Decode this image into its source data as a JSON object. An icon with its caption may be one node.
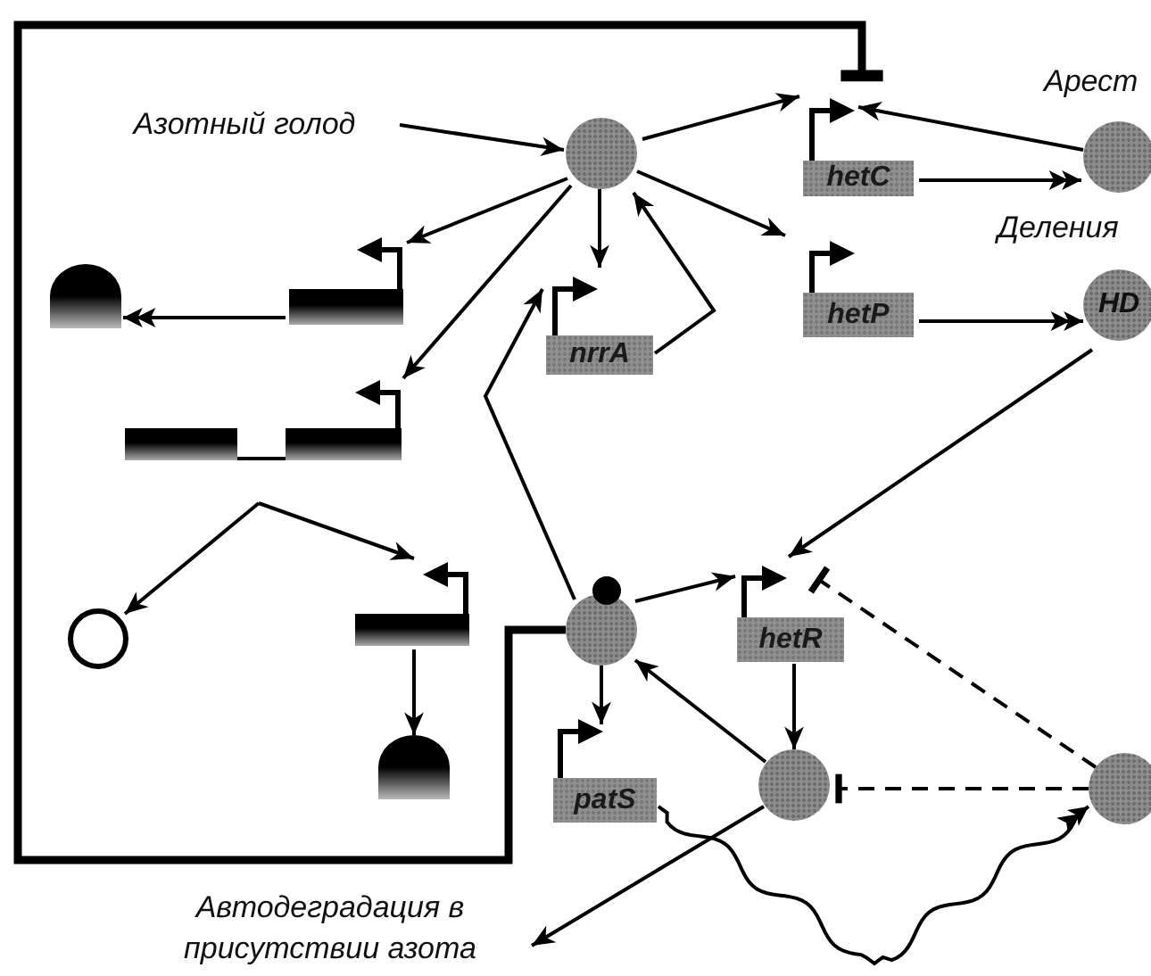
{
  "diagram": {
    "nodes": [
      {
        "text": [
          "Азотный голод"
        ]
      },
      {
        "text": [],
        "shape": "circle"
      },
      {
        "text": [
          "hetC"
        ]
      },
      {
        "text": [],
        "shape": "circle",
        "beside": [
          "Арест",
          "Деления"
        ]
      },
      {
        "text": [
          "nrrA"
        ]
      },
      {
        "text": [
          "hetP"
        ]
      },
      {
        "text": [
          "HD"
        ]
      },
      {
        "text": [],
        "shape": "box"
      },
      {
        "text": [],
        "shape": "circle"
      },
      {
        "text": [],
        "shape": "box"
      },
      {
        "text": [],
        "shape": "box"
      },
      {
        "text": [],
        "shape": "circle"
      },
      {
        "text": [],
        "shape": "box"
      },
      {
        "text": [],
        "shape": "circle"
      },
      {
        "text": [],
        "shape": "circle"
      },
      {
        "text": [
          "hetR"
        ]
      },
      {
        "text": [
          "patS"
        ]
      },
      {
        "text": [],
        "shape": "circle"
      },
      {
        "text": [],
        "shape": "circle"
      },
      {
        "text": [
          "Автодеградация в присутствии азота"
        ]
      }
    ],
    "edges": [
      {
        "from": 0,
        "to": 1,
        "arrow": "to"
      },
      {
        "from": 1,
        "to": 2,
        "arrow": "to"
      },
      {
        "from": 3,
        "to": 2,
        "arrow": "to"
      },
      {
        "from": 2,
        "to": 3,
        "arrow": "to"
      },
      {
        "from": 14,
        "to": 2,
        "arrow": "other",
        "style": "thick"
      },
      {
        "from": 1,
        "to": 7,
        "arrow": "to"
      },
      {
        "from": 7,
        "to": 8,
        "arrow": "to"
      },
      {
        "from": 1,
        "to": 4,
        "arrow": "to"
      },
      {
        "from": 4,
        "to": 1,
        "arrow": "to"
      },
      {
        "from": 1,
        "to": 5,
        "arrow": "to"
      },
      {
        "from": 5,
        "to": 6,
        "arrow": "to"
      },
      {
        "from": 1,
        "to": 9,
        "arrow": "to"
      },
      {
        "from": 9,
        "to": 10,
        "arrow": "none"
      },
      {
        "from": null,
        "to": 11,
        "arrow": "to"
      },
      {
        "from": null,
        "to": 12,
        "arrow": "to"
      },
      {
        "from": 12,
        "to": 13,
        "arrow": "to"
      },
      {
        "from": 6,
        "to": 15,
        "arrow": "to"
      },
      {
        "from": 14,
        "to": 15,
        "arrow": "to"
      },
      {
        "from": 15,
        "to": 17,
        "arrow": "to"
      },
      {
        "from": 17,
        "to": 14,
        "arrow": "to"
      },
      {
        "from": 14,
        "to": 16,
        "arrow": "to"
      },
      {
        "from": 14,
        "to": 4,
        "arrow": "to"
      },
      {
        "from": 18,
        "to": 15,
        "arrow": "other",
        "style": "dashed"
      },
      {
        "from": 18,
        "to": 17,
        "arrow": "other",
        "style": "dashed"
      },
      {
        "from": 16,
        "to": 18,
        "arrow": "to"
      },
      {
        "from": 17,
        "to": 19,
        "arrow": "to"
      }
    ]
  }
}
